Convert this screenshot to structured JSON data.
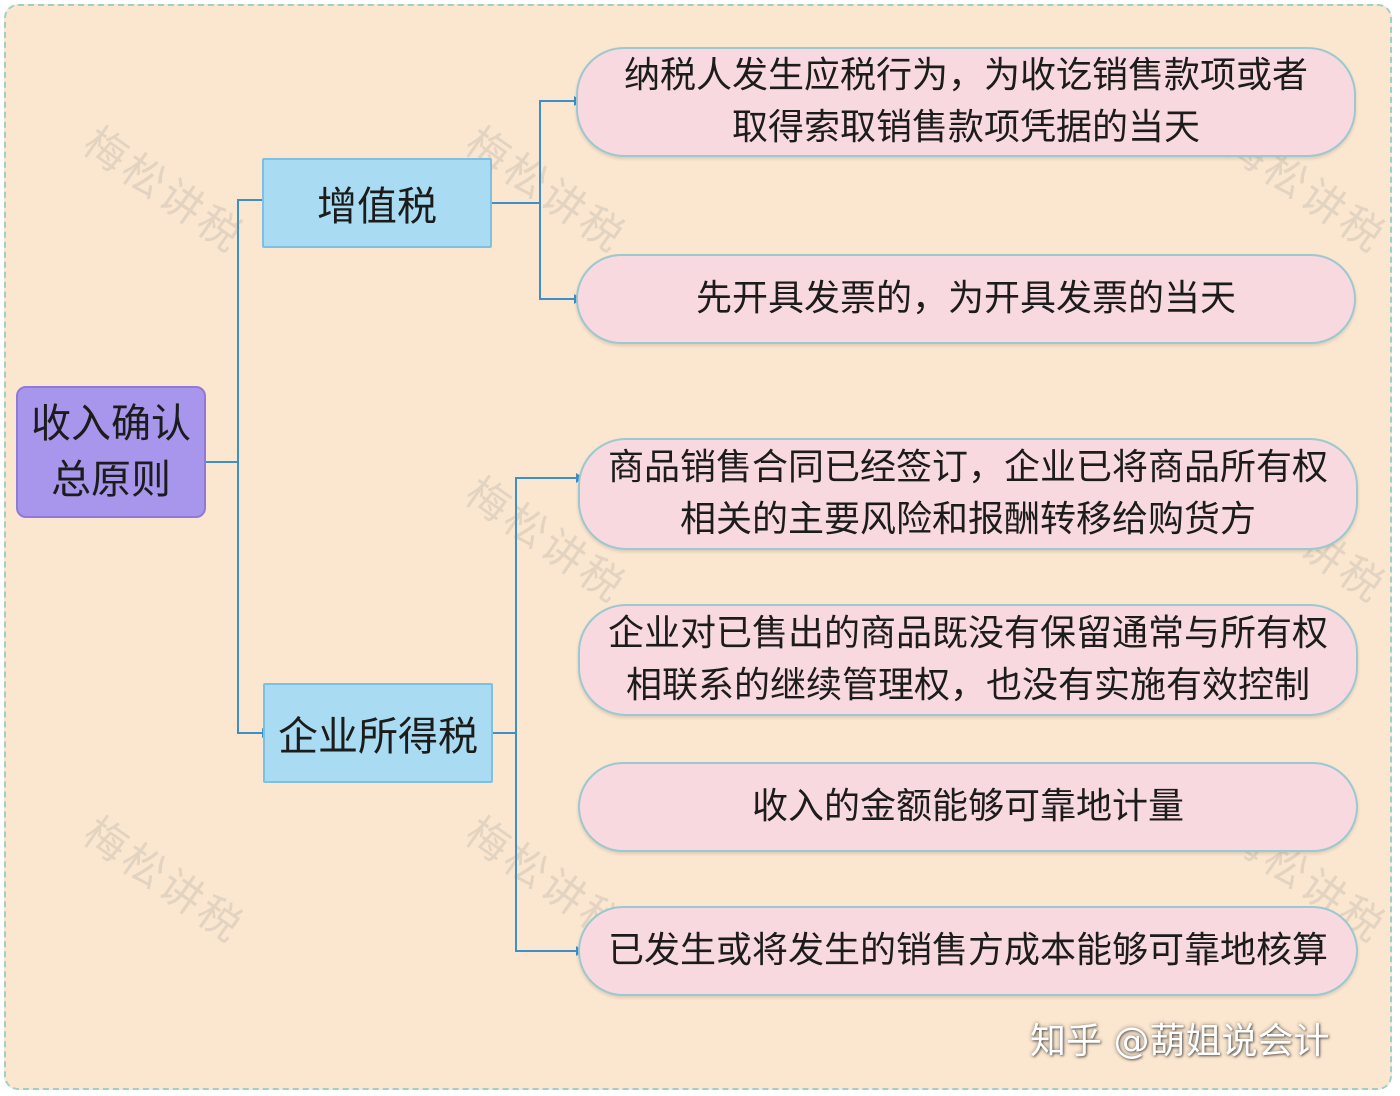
{
  "root": {
    "label": "收入确认\n总原则"
  },
  "branches": [
    {
      "label": "增值税",
      "leaves": [
        "纳税人发生应税行为，为收讫销售款项或者\n取得索取销售款项凭据的当天",
        "先开具发票的，为开具发票的当天"
      ]
    },
    {
      "label": "企业所得税",
      "leaves": [
        "商品销售合同已经签订，企业已将商品所有权\n相关的主要风险和报酬转移给购货方",
        "企业对已售出的商品既没有保留通常与所有权\n相联系的继续管理权，也没有实施有效控制",
        "收入的金额能够可靠地计量",
        "已发生或将发生的销售方成本能够可靠地核算"
      ]
    }
  ],
  "watermark": "梅松讲税",
  "credit": "知乎 @葫姐说会计",
  "colors": {
    "background": "#fbe7d0",
    "root": "#a895ec",
    "branch": "#a9dcf2",
    "leaf": "#f8d9df",
    "connector": "#3d8fc9"
  }
}
